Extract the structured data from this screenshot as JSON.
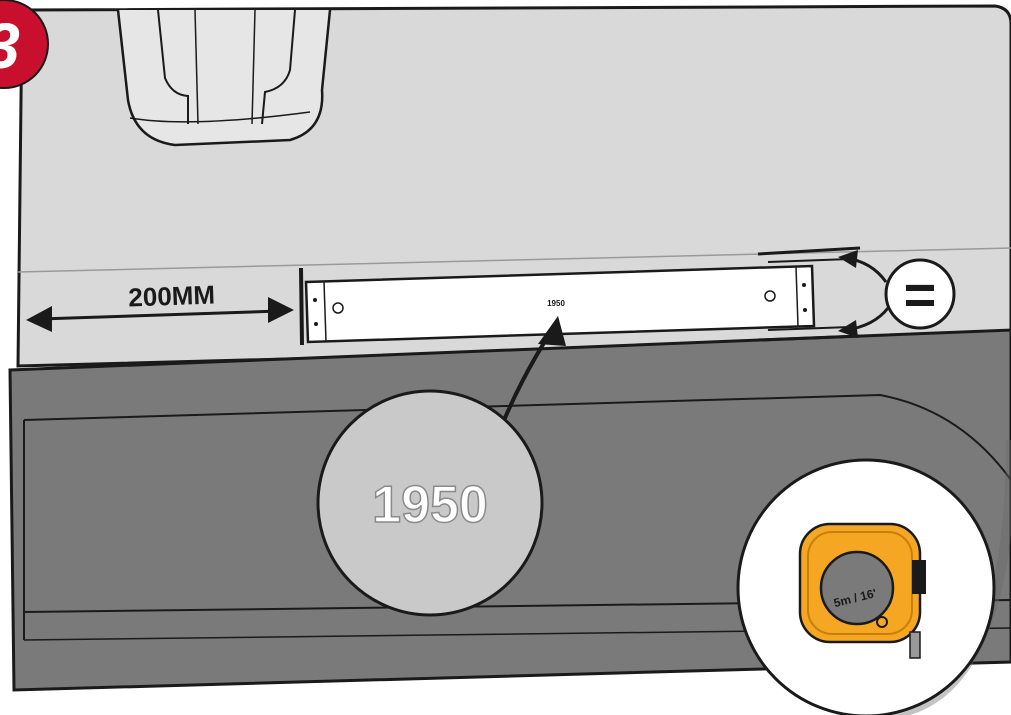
{
  "step": {
    "number": "3",
    "badge_color": "#c8102e"
  },
  "measurements": {
    "edge_distance": "200MM",
    "bar_marking": "1950",
    "callout_value": "1950",
    "equal_symbol": "="
  },
  "tape_measure": {
    "label": "5m / 16'",
    "body_color": "#f5a623"
  },
  "colors": {
    "wall": "#d9d9d9",
    "panel": "#7a7a7a",
    "rail": "#ffffff",
    "outline": "#1a1a1a",
    "callout": "#c9c9c9"
  }
}
